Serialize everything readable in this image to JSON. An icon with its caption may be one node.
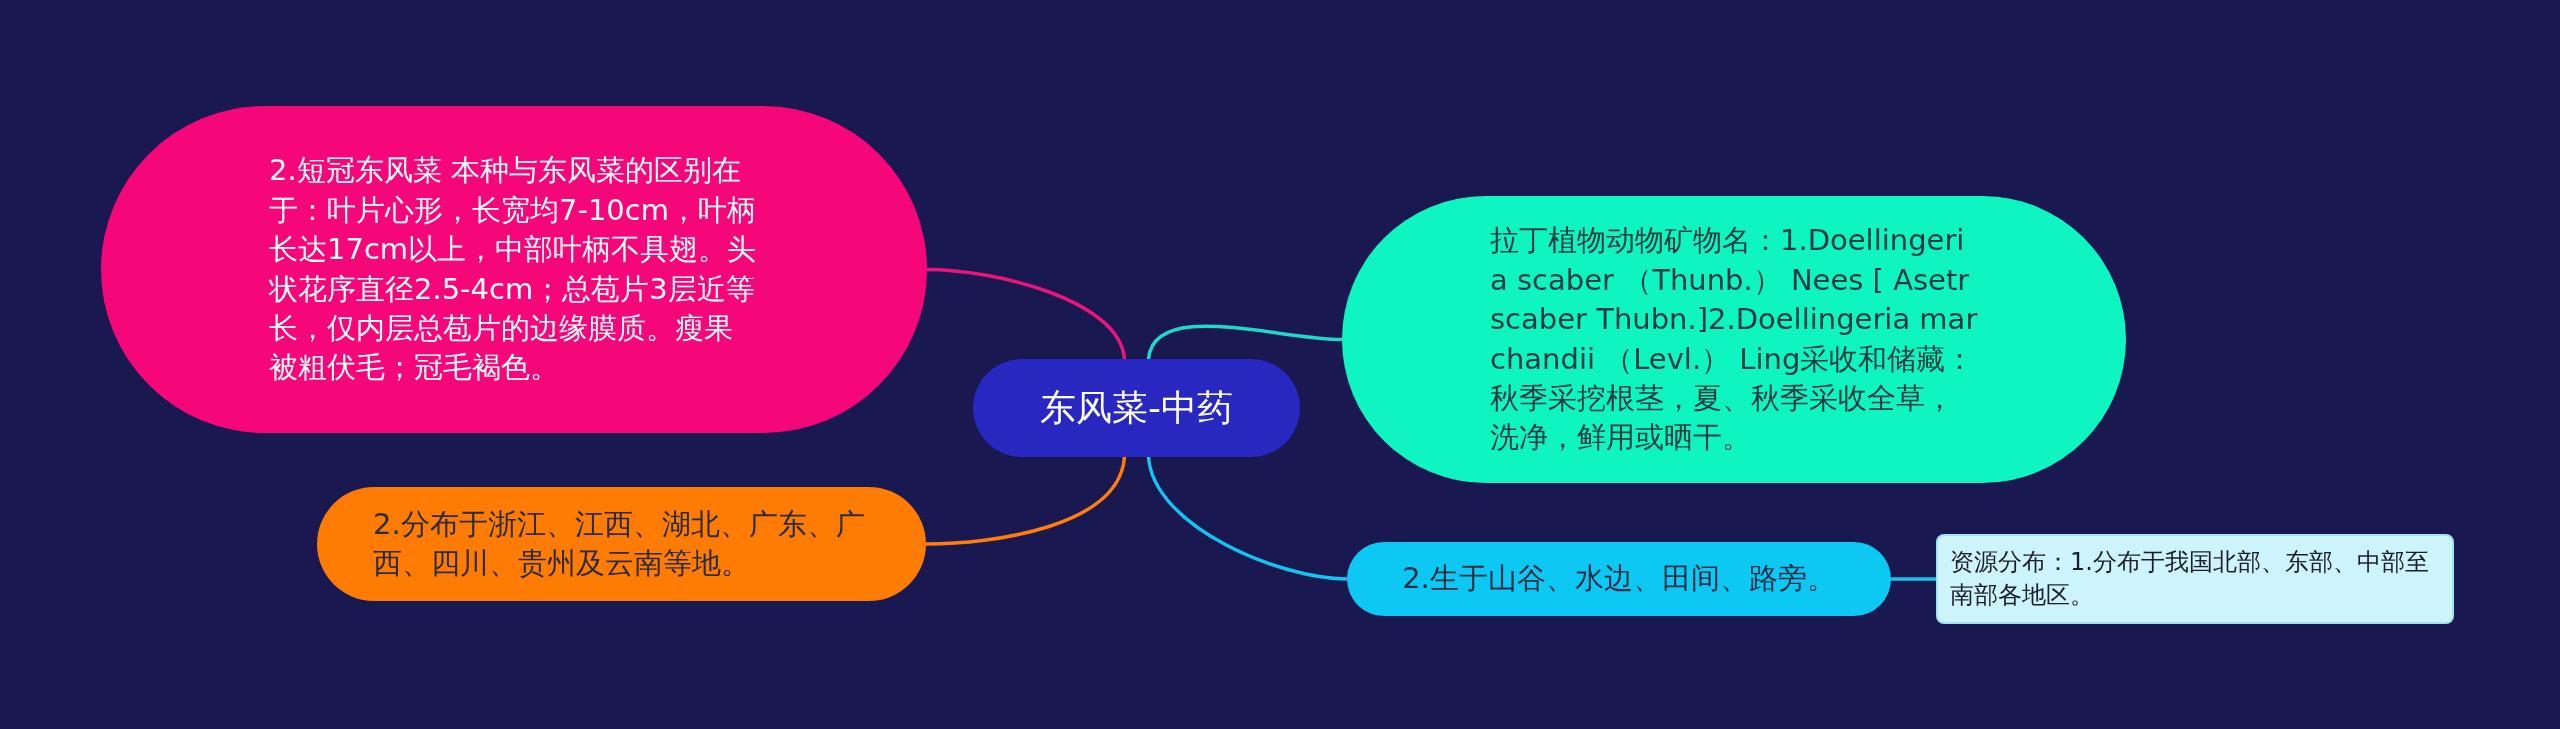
{
  "diagram": {
    "nodes": [
      {
        "text": [
          "东风菜-中药"
        ]
      },
      {
        "text": [
          "2.短冠东风菜 本种与东风菜的区别在于：叶片心形，长宽均7-10cm，叶柄长达17cm以上，中部叶柄不具翅。头状花序直径2.5-4cm；总苞片3层近等长，仅内层总苞片的边缘膜质。瘦果被粗伏毛；冠毛褐色。"
        ]
      },
      {
        "text": [
          "拉丁植物动物矿物名：1.Doellingeria scaber （Thunb.） Nees [ Asetr scaber Thubn.]2.Doellingeria marchandii （Levl.） Ling采收和储藏：秋季采挖根茎，夏、秋季采收全草，洗净，鲜用或晒干。"
        ]
      },
      {
        "text": [
          "2.分布于浙江、江西、湖北、广东、广西、四川、贵州及云南等地。"
        ]
      },
      {
        "text": [
          "2.生于山谷、水边、田间、路旁。"
        ]
      },
      {
        "text": [
          "资源分布：1.分布于我国北部、东部、中部至南部各地区。"
        ]
      }
    ],
    "edges": [
      {
        "from": 0,
        "to": 1,
        "arrow": "none",
        "color": "#e8167c"
      },
      {
        "from": 0,
        "to": 2,
        "arrow": "none",
        "color": "#1ed8c8"
      },
      {
        "from": 0,
        "to": 3,
        "arrow": "none",
        "color": "#ff7d0a"
      },
      {
        "from": 0,
        "to": 4,
        "arrow": "none",
        "color": "#12c4ee"
      },
      {
        "from": 4,
        "to": 5,
        "arrow": "none",
        "color": "#12c4ee"
      }
    ]
  }
}
